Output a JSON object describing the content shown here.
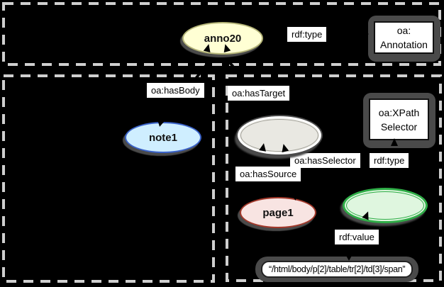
{
  "colors": {
    "background": "#000000",
    "dash_border": "#cfcfcf",
    "shadow": "#4a4a4a",
    "label_bg": "#ffffff",
    "label_text": "#000000",
    "anno_fill": "#ffffd4",
    "anno_border": "#b5b578",
    "note_fill": "#cfeeff",
    "note_border": "#3a62c8",
    "page_fill": "#f8e4e2",
    "page_border": "#a2382a",
    "target_fill": "#e9e8e2",
    "target_ring": "#a3a29a",
    "selector_fill": "#dff6df",
    "selector_border": "#2fad47"
  },
  "nodes": {
    "anno20": {
      "label": "anno20"
    },
    "note1": {
      "label": "note1"
    },
    "page1": {
      "label": "page1"
    },
    "oa_annotation": {
      "line1": "oa:",
      "line2": "Annotation"
    },
    "oa_xpath_selector": {
      "line1": "oa:XPath",
      "line2": "Selector"
    },
    "xpath_literal": {
      "value": "“/html/body/p[2]/table/tr[2]/td[3]/span”"
    }
  },
  "edge_labels": {
    "rdf_type_annotation": "rdf:type",
    "has_body": "oa:hasBody",
    "has_target": "oa:hasTarget",
    "has_selector": "oa:hasSelector",
    "rdf_type_selector": "rdf:type",
    "has_source": "oa:hasSource",
    "rdf_value": "rdf:value"
  }
}
